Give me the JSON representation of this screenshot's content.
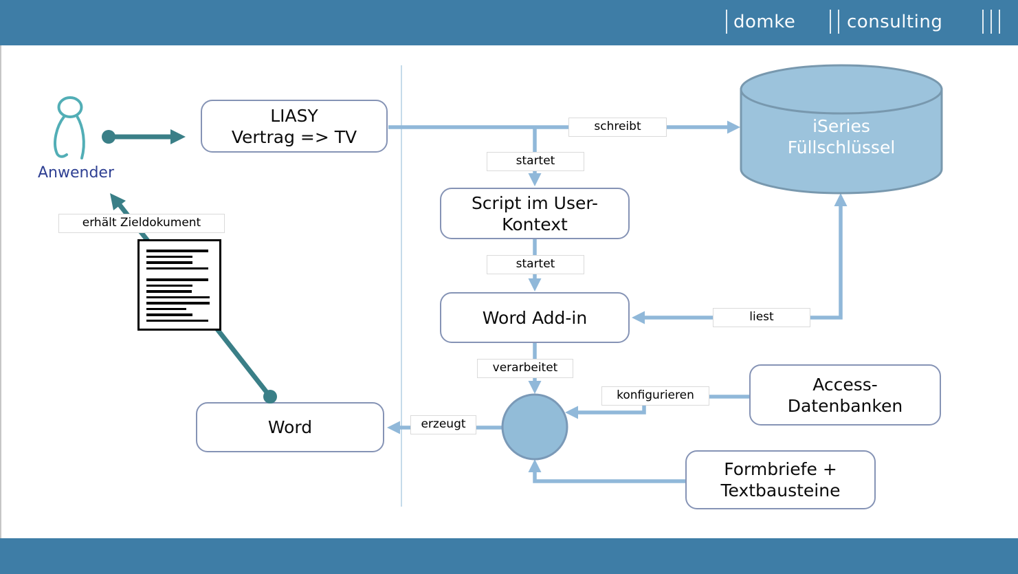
{
  "header": {
    "brand": {
      "left": "domke",
      "right": "consulting"
    }
  },
  "person": {
    "label": "Anwender"
  },
  "nodes": {
    "liasy": {
      "line1": "LIASY",
      "line2": "Vertrag => TV"
    },
    "script": {
      "line1": "Script im User-",
      "line2": "Kontext"
    },
    "word_addin": {
      "line1": "Word Add-in"
    },
    "access": {
      "line1": "Access-",
      "line2": "Datenbanken"
    },
    "formbriefe": {
      "line1": "Formbriefe +",
      "line2": "Textbausteine"
    },
    "word": {
      "line1": "Word"
    },
    "iseries": {
      "line1": "iSeries",
      "line2": "Füllschlüssel"
    }
  },
  "edge_labels": {
    "schreibt": "schreibt",
    "startet1": "startet",
    "startet2": "startet",
    "liest": "liest",
    "verarbeitet": "verarbeitet",
    "konfigurieren": "konfigurieren",
    "erzeugt": "erzeugt",
    "erhaelt_zieldokument": "erhält Zieldokument"
  },
  "colors": {
    "bar_blue": "#3E7DA6",
    "connector_blue": "#90B8D9",
    "node_border": "#8593B5",
    "cylinder_fill": "#9CC3DC",
    "cylinder_border": "#7898AE",
    "circle_fill": "#92BCD8",
    "circle_border": "#7A99B7",
    "teal_arrow": "#3A7F87",
    "person_icon": "#52AEB6",
    "person_label": "#2E3F92"
  },
  "document_icon": {
    "line_widths": [
      90,
      67,
      67,
      90,
      90,
      67,
      66,
      92,
      92,
      58,
      67,
      90
    ],
    "gap_after_index": 3
  }
}
